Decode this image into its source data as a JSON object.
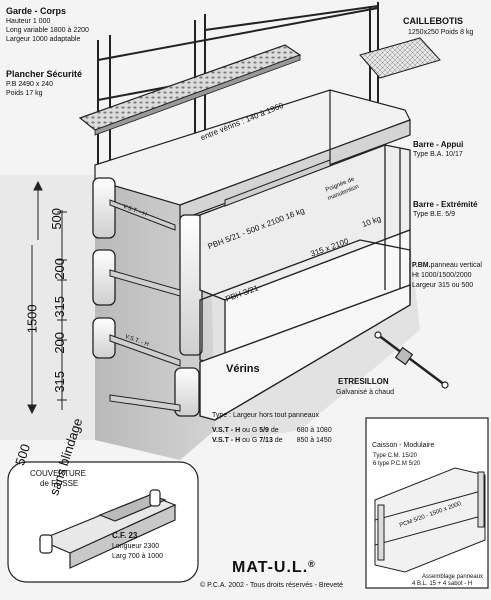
{
  "labels": {
    "garde_corps": {
      "title": "Garde - Corps",
      "lines": [
        "Hauteur 1 000",
        "Long variable 1800 à 2200",
        "Largeur 1000 adaptable"
      ]
    },
    "caillebotis": {
      "title": "CAILLEBOTIS",
      "lines": [
        "1250x250 Poids 8 kg"
      ]
    },
    "plancher": {
      "title": "Plancher Sécurité",
      "lines": [
        "P.B  2490 x 240",
        "Poids 17 kg"
      ]
    },
    "barre_appui": {
      "title": "Barre - Appui",
      "lines": [
        "Type B.A. 10/17"
      ]
    },
    "barre_extremite": {
      "title": "Barre - Extrémité",
      "lines": [
        "Type B.E. 5/9"
      ]
    },
    "pbm": {
      "title": "P.BM.",
      "lines": [
        "panneau vertical",
        "Ht 1000/1500/2000",
        "Largeur 315 ou 500"
      ]
    },
    "etresillon": {
      "title": "ETRESILLON",
      "lines": [
        "Galvanisé à chaud"
      ]
    },
    "verins": {
      "title": "Vérins",
      "type_line": "Type : Largeur hors tout panneaux",
      "rows": [
        {
          "name": "V.S.T - H",
          "mid": " ou G ",
          "code": "5/9",
          "de": " de",
          "range": "680 à 1080"
        },
        {
          "name": "V.S.T - H",
          "mid": " ou G ",
          "code": "7/13",
          "de": " de",
          "range": "850 à 1450"
        }
      ]
    },
    "couverture": {
      "lines": [
        "COUVERTURE",
        "de FOSSE"
      ]
    },
    "cf23": {
      "title": "C.F. 23",
      "lines": [
        "Longueur 2300",
        "Larg 700 à 1000"
      ]
    },
    "caisson": {
      "title": "Caisson - Modulaire",
      "lines": [
        "Type C.M. 15/20",
        "6 type P.C.M 5/20"
      ]
    },
    "assemblage": {
      "lines": [
        "Assemblage panneaux",
        "4 B.L. 15 + 4 sabot - H"
      ]
    }
  },
  "drawing_text": {
    "entre_verins": "entre vérins : 140 à 1960",
    "pbh1": "PBH 5/21 - 500 x 2100  16 kg",
    "pbh2": "PBH 3/21",
    "panel_315": "315 x 2100",
    "kg10": "10 kg",
    "poignee": [
      "Poignée de",
      "manutention"
    ],
    "vst1": "V.S.T. - H",
    "vst2": "V.S.T. - H",
    "caisson_panel": "PCM 5/20 - 1500 x 2000"
  },
  "dimensions": {
    "d500": "500",
    "d200a": "200",
    "d315a": "315",
    "d200b": "200",
    "d315b": "315",
    "d1500": "1500",
    "d500sb": "500",
    "sans_blindage": "sans blindage"
  },
  "brand": {
    "name": "MAT-U.L.",
    "reg": "®",
    "copyright": "© P.C.A. 2002 - Tous droits réservés - Breveté"
  }
}
